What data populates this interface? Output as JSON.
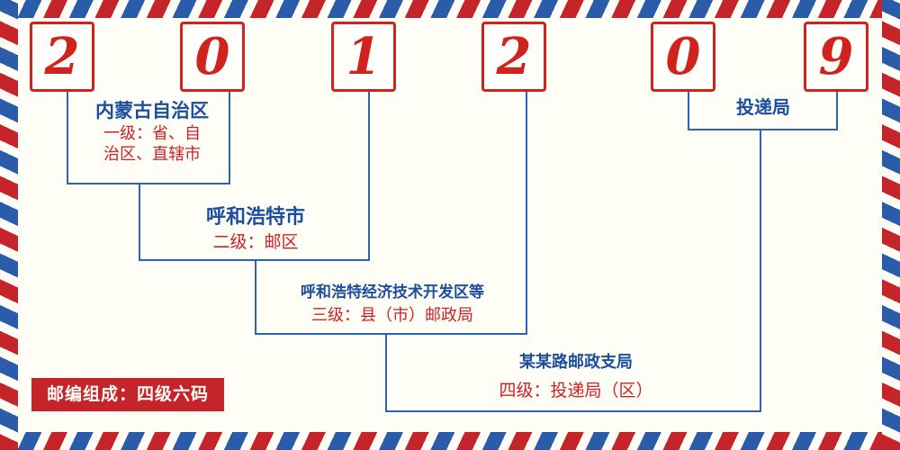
{
  "postal_code": {
    "digits": [
      "2",
      "0",
      "1",
      "2",
      "0",
      "9"
    ]
  },
  "levels": [
    {
      "name": "内蒙古自治区",
      "desc_line1": "一级：省、自",
      "desc_line2": "治区、直辖市"
    },
    {
      "name": "呼和浩特市",
      "desc": "二级：邮区"
    },
    {
      "name": "呼和浩特经济技术开发区等",
      "desc": "三级：县（市）邮政局"
    },
    {
      "name": "某某路邮政支局",
      "desc": "四级：投递局（区）"
    }
  ],
  "delivery_label": "投递局",
  "badge": "邮编组成：四级六码",
  "colors": {
    "stripe_red": "#c5242b",
    "stripe_blue": "#2a5caa",
    "digit_red": "#d0231d",
    "heading_blue": "#1b4f9e",
    "desc_red": "#cc2127",
    "line_blue": "#2f63ad",
    "background": "#fffef6"
  }
}
